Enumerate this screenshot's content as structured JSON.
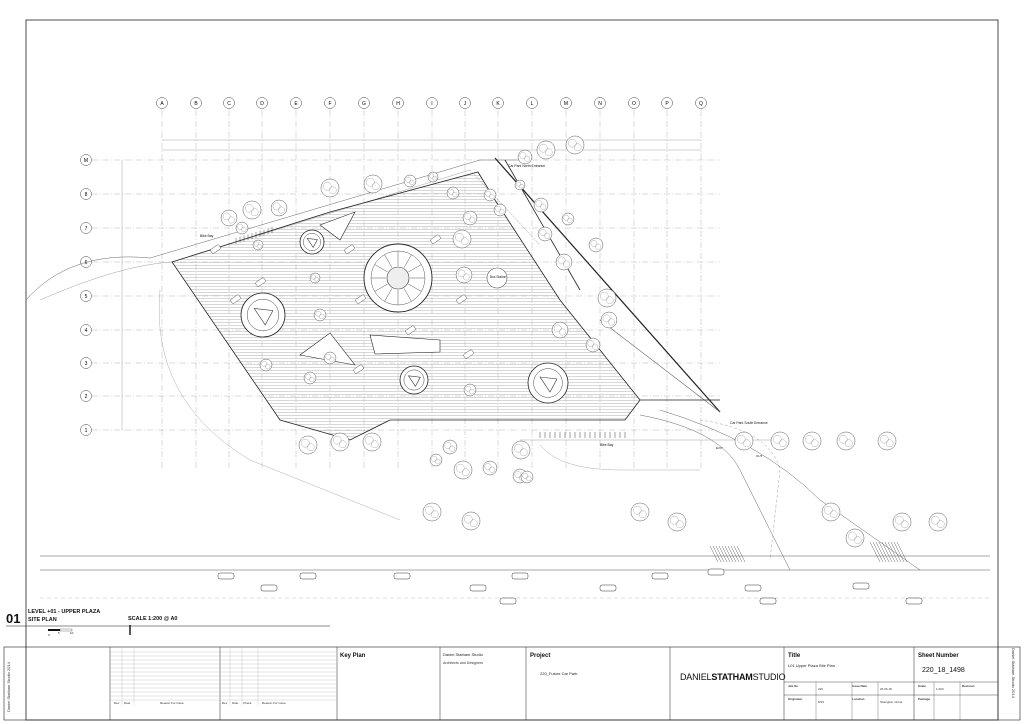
{
  "side_labels": {
    "left": "Daniel Statham Studio 2014",
    "right": "Daniel Statham Studio 2014"
  },
  "grid": {
    "columns": [
      "A",
      "B",
      "C",
      "D",
      "E",
      "F",
      "G",
      "H",
      "I",
      "J",
      "K",
      "L",
      "M",
      "N",
      "O",
      "P",
      "Q"
    ],
    "rows": [
      "M",
      "8",
      "7",
      "6",
      "5",
      "4",
      "3",
      "2",
      "1"
    ]
  },
  "plan_annotations": {
    "north_entrance": "Car Park North Entrance",
    "south_entrance": "Car Park South Entrance",
    "bike_bay_1": "Bike Bay",
    "bike_bay_2": "Bike Bay",
    "bus_station": "Bus Station",
    "exit": "EXIT",
    "out": "OUT"
  },
  "drawing_label": {
    "number": "01",
    "title": "LEVEL +01  -  UPPER PLAZA",
    "subtitle": "SITE PLAN",
    "scale": "SCALE 1:200 @ A0",
    "scalebar_0": "0",
    "scalebar_5": "5",
    "scalebar_10": "10"
  },
  "title_block": {
    "key_plan": "Key Plan",
    "studio_name": "Daniel Statham Studio",
    "studio_desc": "Architects and Designers",
    "project_heading": "Project",
    "project_name": "220_Future Car Park",
    "logo_light": "DANIEL",
    "logo_bold": "STATHAM",
    "logo_end": "STUDIO",
    "title_heading": "Title",
    "title_value": "L01 Upper Plaza Site Plan",
    "sheet_heading": "Sheet Number",
    "sheet_value": "220_18_1498",
    "fields": {
      "job_no_label": "Job No",
      "job_no": "220",
      "issue_date_label": "Issue Date",
      "issue_date": "26.06.18",
      "scale_label": "Scale",
      "scale": "1:200",
      "revision_label": "Revision",
      "originator_label": "Originator",
      "originator": "DSS",
      "location_label": "Location",
      "location": "Shanghai, China",
      "package_label": "Package"
    },
    "rev_cols": [
      "Rev",
      "Date",
      "Reason For Issue"
    ],
    "rev_cols2": [
      "Rev",
      "Date",
      "Check",
      "Reason For Issue"
    ]
  },
  "colors": {
    "line": "#222222",
    "grid": "#888888",
    "hatch": "#d6d6d6",
    "tree": "#555555"
  }
}
